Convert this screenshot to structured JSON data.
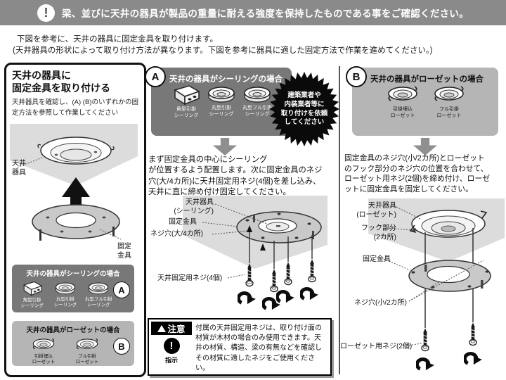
{
  "banner": {
    "icon": "!",
    "text": "梁、並びに天井の器具が製品の重量に耐える強度を保持したものである事をご確認ください。"
  },
  "intro": {
    "line1": "下図を参考に、天井の器具に固定金具を取り付けます。",
    "line2": "(天井器具の形状によって取り付け方法が異なります。下図を参考に器具に適した固定方法で作業を進めてください。)"
  },
  "left_panel": {
    "title": "天井の器具に\n固定金具を取り付ける",
    "subtitle": "天井器具を確認し、(A) (B)のいずれかの固定方法を参照して作業してください",
    "labels": {
      "ceiling_fixture": "天井\n器具",
      "bracket": "固定\n金具"
    },
    "ceiling_box": {
      "title": "天井の器具がシーリングの場合",
      "badge": "A",
      "items": [
        "角型引掛\nシーリング",
        "丸型引掛\nシーリング",
        "丸型フル引掛\nシーリング"
      ]
    },
    "rosette_box": {
      "title": "天井の器具がローゼットの場合",
      "badge": "B",
      "items": [
        "引掛埋込\nローゼット",
        "フル引掛\nローゼット"
      ]
    }
  },
  "section_a": {
    "badge": "A",
    "header": "天井の器具がシーリングの場合",
    "fixture_labels": [
      "角型引掛\nシーリング",
      "丸型引掛\nシーリング",
      "丸型フル引掛\nシーリング"
    ],
    "starburst": "建築業者や\n内装業者等に\n取り付けを依頼\nしてください",
    "body": "まず固定金具の中心にシーリング\nが位置するよう配置します。次に固定金具のネジ\n穴(大/4カ所)に天井固定用ネジ(4個)を差し込み、\n天井に直に締め付け固定してください。",
    "diagram_labels": {
      "fixture": "天井器具\n(シーリング)",
      "bracket": "固定金具",
      "screw_hole": "ネジ穴(大/4カ所)",
      "screws": "天井固定用ネジ(4個)"
    },
    "caution": {
      "title": "注意",
      "icon": "!",
      "icon_label": "指示",
      "text": "付属の天井固定用ネジは、取り付け面の\n材質が木材の場合のみ使用できます。天\n井の材質、構造、梁の有無などを確認し\nその材質に適したネジをご使用ください。"
    }
  },
  "section_b": {
    "badge": "B",
    "header": "天井の器具がローゼットの場合",
    "fixture_labels": [
      "引掛埋込\nローゼット",
      "フル引掛\nローゼット"
    ],
    "body": "固定金具のネジ穴(小/2カ所)とローゼット\nのフック部分のネジ穴の位置を合わせて、\nローゼット用ネジ(2個)を締め付け、ローゼ\nットに固定金具を固定してください。",
    "diagram_labels": {
      "fixture": "天井器具\n(ローゼット)",
      "hook": "フック部分\n(2カ所)",
      "bracket": "固定金具",
      "screw_hole": "ネジ穴(小/2カ所)",
      "screws": "ローゼット用ネジ(2個)"
    }
  },
  "colors": {
    "banner_bg": "#8a8a8a",
    "dark_gray": "#787878",
    "light_gray": "#b5b5b5",
    "ceiling_gray": "#dcdcdc",
    "ring_gray": "#c9c9c9",
    "starburst_bg": "#0a0a0a"
  }
}
